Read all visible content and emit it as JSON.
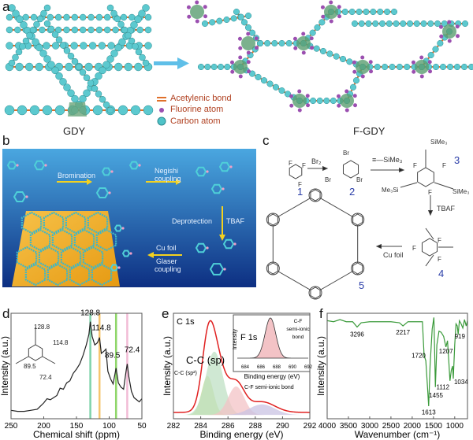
{
  "panels": {
    "a": {
      "label": "a",
      "left_title": "GDY",
      "right_title": "F-GDY",
      "legend": [
        {
          "text": "Acetylenic bond",
          "color": "#e0702a"
        },
        {
          "text": "Fluorine atom",
          "color": "#9b4fb0"
        },
        {
          "text": "Carbon atom",
          "color": "#4fc3c8"
        }
      ]
    },
    "b": {
      "label": "b",
      "steps": {
        "bromination": "Bromination",
        "negishi1": "Negishi",
        "negishi2": "coupling",
        "deprotection": "Deprotection",
        "tbaf": "TBAF",
        "cufoil": "Cu foil",
        "glaser1": "Glaser",
        "glaser2": "coupling"
      }
    },
    "c": {
      "label": "c",
      "reagent_br2": "Br₂",
      "reagent_tms": "≡—SiMe₃",
      "reagent_tbaf": "TBAF",
      "reagent_cu": "Cu foil",
      "compounds": [
        "1",
        "2",
        "3",
        "4",
        "5"
      ],
      "atoms": {
        "F": "F",
        "Br": "Br",
        "SiMe3": "SiMe₃",
        "Me3Si": "Me₃Si"
      }
    },
    "d": {
      "label": "d",
      "inset_labels": [
        "128.8",
        "114.8",
        "89.5",
        "72.4"
      ]
    },
    "e": {
      "label": "e"
    },
    "f": {
      "label": "f"
    }
  },
  "chart_data": [
    {
      "id": "d",
      "type": "line",
      "title": "",
      "xlabel": "Chemical shift (ppm)",
      "ylabel": "Intensity (a.u.)",
      "xlim": [
        250,
        50
      ],
      "ylim": [
        0,
        1
      ],
      "xticks": [
        250,
        200,
        150,
        100,
        50
      ],
      "line_color": "#222222",
      "x": [
        250,
        240,
        230,
        220,
        210,
        205,
        200,
        195,
        190,
        185,
        180,
        175,
        170,
        165,
        160,
        155,
        150,
        145,
        140,
        135,
        131,
        128.8,
        126,
        122,
        118,
        114.8,
        112,
        108,
        105,
        102,
        98,
        94,
        89.5,
        86,
        82,
        78,
        74,
        72.4,
        70,
        66,
        62,
        58,
        54,
        50
      ],
      "y": [
        0.08,
        0.07,
        0.07,
        0.08,
        0.09,
        0.12,
        0.15,
        0.19,
        0.18,
        0.2,
        0.22,
        0.29,
        0.28,
        0.34,
        0.36,
        0.43,
        0.47,
        0.52,
        0.6,
        0.7,
        0.8,
        0.92,
        0.78,
        0.7,
        0.72,
        0.77,
        0.62,
        0.64,
        0.66,
        0.45,
        0.38,
        0.33,
        0.48,
        0.34,
        0.3,
        0.28,
        0.46,
        0.52,
        0.4,
        0.26,
        0.2,
        0.18,
        0.16,
        0.19
      ],
      "vlines": [
        {
          "x": 128.8,
          "color": "#7fd3aa"
        },
        {
          "x": 114.8,
          "color": "#f6c56e"
        },
        {
          "x": 89.5,
          "color": "#8fd66a"
        },
        {
          "x": 72.4,
          "color": "#f2bcd6"
        }
      ],
      "annotations": [
        {
          "text": "128.8",
          "x": 128.8,
          "y": 0.98
        },
        {
          "text": "114.8",
          "x": 112,
          "y": 0.84
        },
        {
          "text": "89.5",
          "x": 95,
          "y": 0.58
        },
        {
          "text": "72.4",
          "x": 65,
          "y": 0.63
        }
      ]
    },
    {
      "id": "e",
      "type": "area",
      "title": "C 1s",
      "xlabel": "Binding energy (eV)",
      "ylabel": "Intensity (a.u.)",
      "xlim": [
        282,
        292
      ],
      "ylim": [
        0,
        1
      ],
      "xticks": [
        282,
        284,
        286,
        288,
        290,
        292
      ],
      "baseline": 0.06,
      "components": [
        {
          "name": "C-C (sp²)",
          "center": 284.5,
          "height": 0.37,
          "fwhm": 1.0,
          "color": "#c7dc8a"
        },
        {
          "name": "C-C (sp)",
          "center": 285.0,
          "height": 0.6,
          "fwhm": 1.5,
          "color": "#bfe0c4"
        },
        {
          "name": "C-F semi-ionic bond",
          "center": 286.6,
          "height": 0.27,
          "fwhm": 1.4,
          "color": "#f3c3c6"
        },
        {
          "name": "",
          "center": 288.5,
          "height": 0.1,
          "fwhm": 2.2,
          "color": "#c9c3e3"
        }
      ],
      "envelope_color": "#e02020",
      "inset": {
        "title": "F 1s",
        "label1": "C-F",
        "label2": "semi-ionic",
        "label3": "bond",
        "xlabel": "Binding energy (eV)",
        "ylabel": "Intensity",
        "xlim": [
          683,
          692
        ],
        "xticks": [
          684,
          686,
          688,
          690,
          692
        ],
        "center": 687.2,
        "height": 0.85,
        "fwhm": 1.6,
        "baseline": 0.1,
        "color": "#f3c3c6"
      }
    },
    {
      "id": "f",
      "type": "line",
      "title": "",
      "xlabel": "Wavenumber (cm⁻¹)",
      "ylabel": "Intensity (a.u.)",
      "xlim": [
        4000,
        700
      ],
      "ylim": [
        0,
        1
      ],
      "xticks": [
        4000,
        3500,
        3000,
        2500,
        2000,
        1500,
        1000
      ],
      "line_color": "#3a9a3a",
      "x": [
        4000,
        3850,
        3700,
        3550,
        3400,
        3296,
        3200,
        3000,
        2800,
        2500,
        2300,
        2217,
        2100,
        1900,
        1760,
        1720,
        1680,
        1640,
        1613,
        1580,
        1530,
        1490,
        1470,
        1455,
        1420,
        1370,
        1320,
        1260,
        1207,
        1170,
        1140,
        1112,
        1080,
        1050,
        1034,
        1000,
        970,
        940,
        919,
        890,
        850,
        810,
        770,
        730,
        700
      ],
      "y": [
        0.93,
        0.92,
        0.94,
        0.92,
        0.92,
        0.87,
        0.91,
        0.92,
        0.92,
        0.92,
        0.91,
        0.88,
        0.92,
        0.92,
        0.92,
        0.6,
        0.55,
        0.3,
        0.12,
        0.5,
        0.85,
        0.96,
        0.6,
        0.3,
        0.7,
        0.83,
        0.82,
        0.78,
        0.68,
        0.74,
        0.55,
        0.36,
        0.46,
        0.5,
        0.38,
        0.7,
        0.9,
        0.88,
        0.8,
        0.93,
        0.9,
        0.86,
        0.94,
        0.88,
        0.93
      ],
      "annotations": [
        {
          "text": "3296",
          "x": 3296,
          "y": 0.78
        },
        {
          "text": "2217",
          "x": 2217,
          "y": 0.8
        },
        {
          "text": "1720",
          "x": 1850,
          "y": 0.58
        },
        {
          "text": "1613",
          "x": 1613,
          "y": 0.04
        },
        {
          "text": "1455",
          "x": 1440,
          "y": 0.2
        },
        {
          "text": "1207",
          "x": 1207,
          "y": 0.62
        },
        {
          "text": "1112",
          "x": 1180,
          "y": 0.28
        },
        {
          "text": "1034",
          "x": 960,
          "y": 0.33
        },
        {
          "text": "919",
          "x": 880,
          "y": 0.76
        }
      ]
    }
  ]
}
